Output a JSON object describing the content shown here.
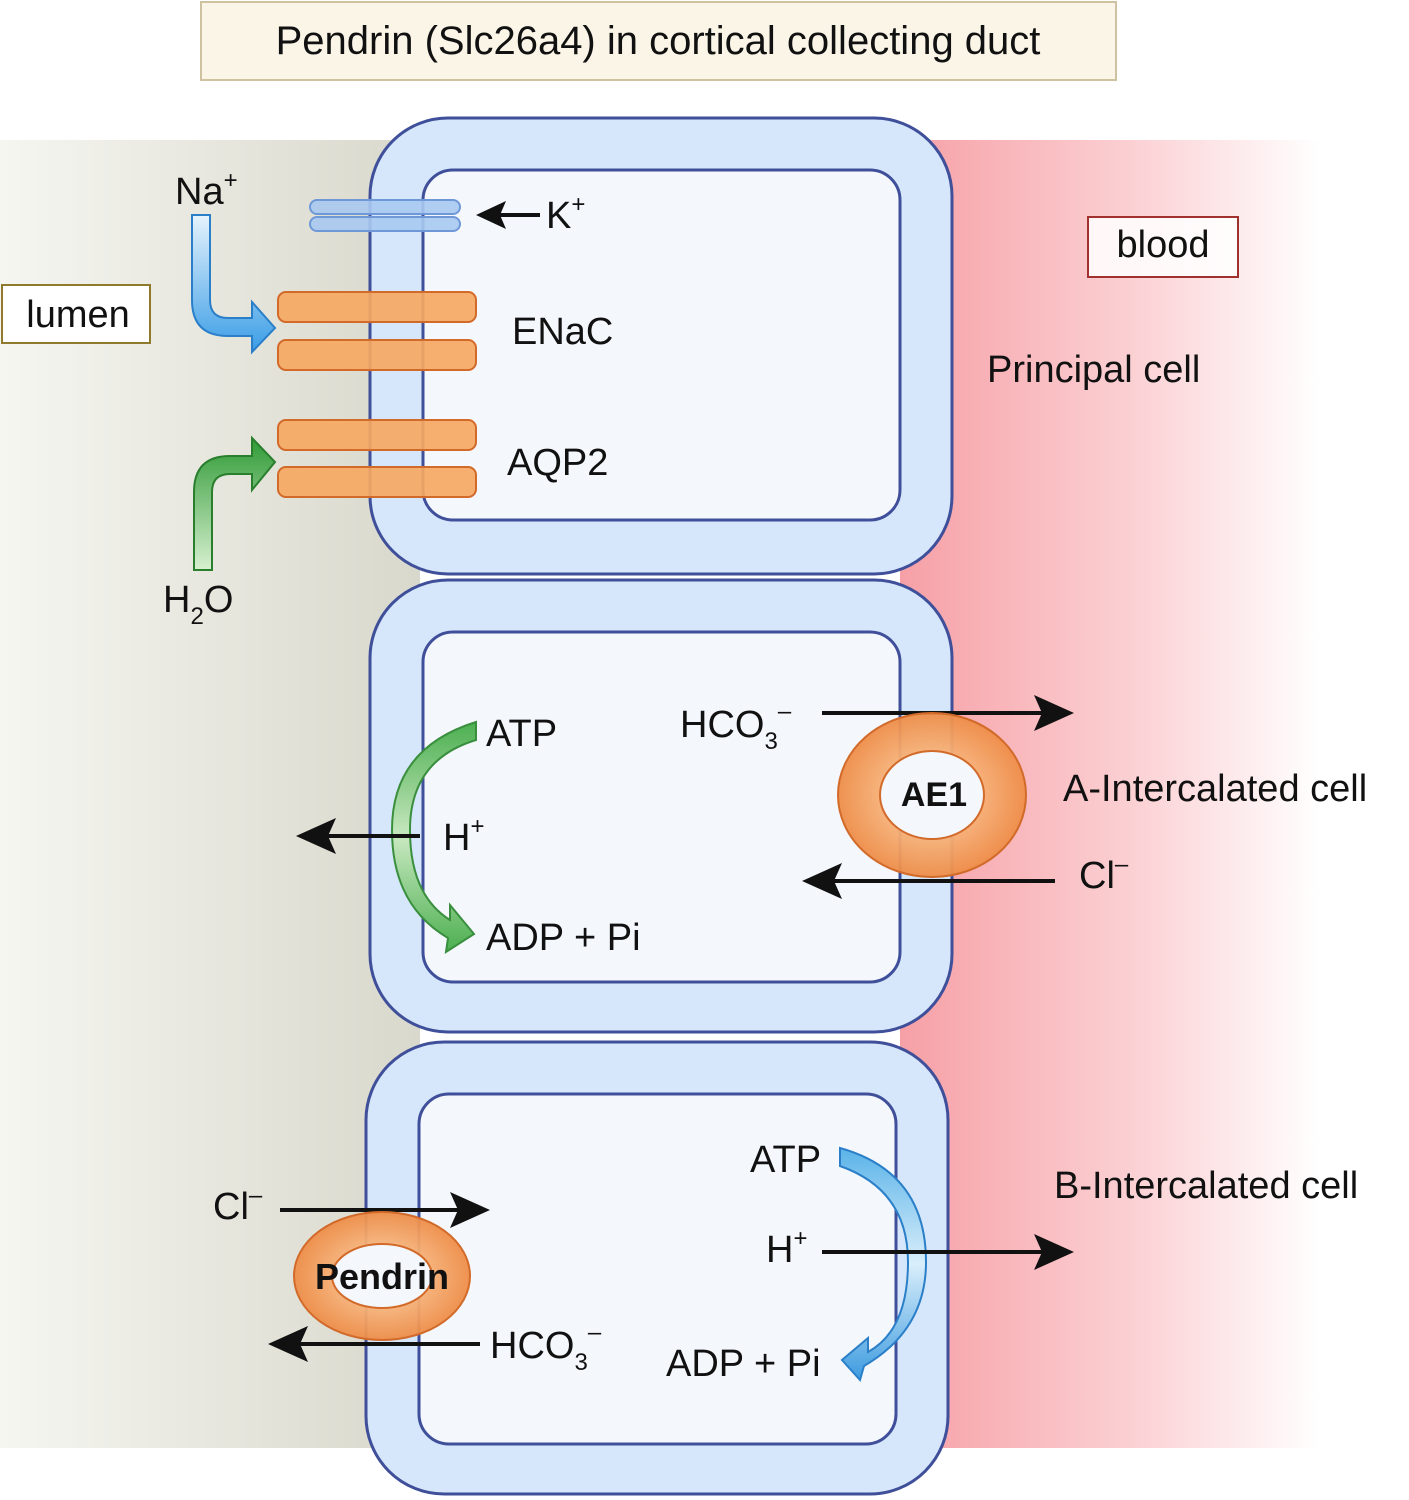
{
  "title": "Pendrin (Slc26a4) in cortical collecting duct",
  "regions": {
    "lumen": "lumen",
    "blood": "blood"
  },
  "principal_cell": {
    "name": "Principal cell",
    "na_base": "Na",
    "na_sup": "+",
    "k_base": "K",
    "k_sup": "+",
    "enac": "ENaC",
    "aqp2": "AQP2",
    "h2o_h": "H",
    "h2o_sub": "2",
    "h2o_o": "O"
  },
  "a_cell": {
    "name": "A-Intercalated cell",
    "atp": "ATP",
    "h_base": "H",
    "h_sup": "+",
    "adp": "ADP + Pi",
    "hco3_base": "HCO",
    "hco3_sub": "3",
    "hco3_sup": "–",
    "ae1": "AE1",
    "cl_base": "Cl",
    "cl_sup": "–"
  },
  "b_cell": {
    "name": "B-Intercalated cell",
    "cl_base": "Cl",
    "cl_sup": "–",
    "pendrin": "Pendrin",
    "hco3_base": "HCO",
    "hco3_sub": "3",
    "hco3_sup": "–",
    "atp": "ATP",
    "h_base": "H",
    "h_sup": "+",
    "adp": "ADP + Pi"
  },
  "colors": {
    "membrane": "#d6e7fb",
    "membrane_border": "#3f4f9a",
    "channel": "#f5b06a",
    "channel_border": "#d26a2a",
    "na_arrow": "#4aa8ea",
    "h2o_arrow": "#3c9a3c",
    "atp_arrow_a": "#55b055",
    "atp_arrow_b": "#4aa8e0",
    "blood": "#f7a3a8",
    "lumen": "#dcdcd0"
  }
}
